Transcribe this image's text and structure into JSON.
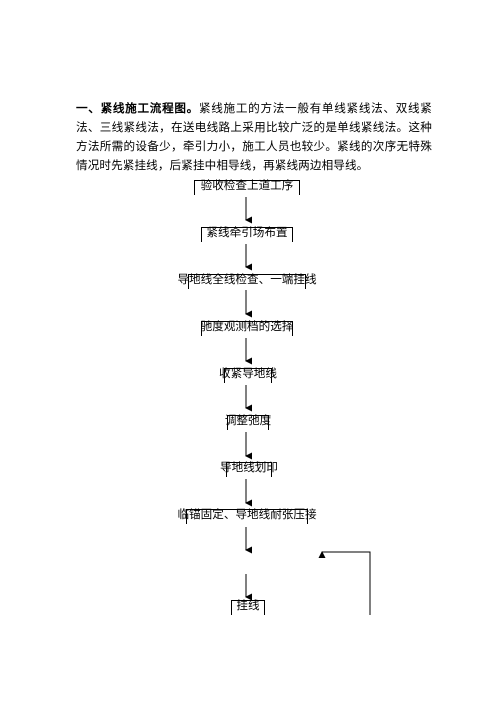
{
  "intro": {
    "heading": "一、紧线施工流程图。",
    "text": "紧线施工的方法一般有单线紧线法、双线紧法、三线紧线法，在送电线路上采用比较广泛的是单线紧线法。这种方法所需的设备少，牵引力小，施工人员也较少。紧线的次序无特殊情况时先紧挂线，后紧挂中相导线，再紧线两边相导线。"
  },
  "flowchart": {
    "steps": [
      "验收检查上道工序",
      "紧线牵引场布置",
      "导地线全线检查、一端挂线",
      "驰度观测档的选择",
      "收紧导地线",
      "调整弛度",
      "导地线划印",
      "临锚固定、导地线耐张压接",
      "挂线"
    ]
  }
}
